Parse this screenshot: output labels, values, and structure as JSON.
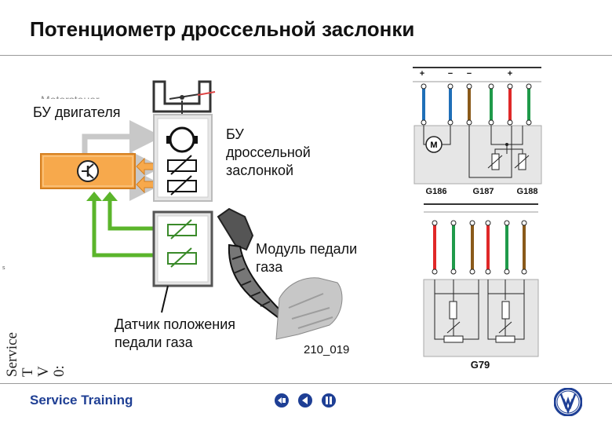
{
  "page": {
    "title": "Потенциометр дроссельной заслонки",
    "footer_label": "Service Training",
    "side_text": "Service\nT\nV\n0:",
    "side_small": "s"
  },
  "labels": {
    "engine_ecu": "БУ двигателя",
    "engine_ecu_bg": "Motorsteuer",
    "throttle_unit_1": "БУ",
    "throttle_unit_2": "дроссельной",
    "throttle_unit_3": "заслонкой",
    "pedal_module_1": "Модуль педали",
    "pedal_module_2": "газа",
    "pedal_sensor_1": "Датчик положения",
    "pedal_sensor_2": "педали газа",
    "figure_code": "210_019"
  },
  "schematic_top": {
    "pins": [
      "+",
      "−",
      "−",
      "+"
    ],
    "wire_colors": [
      "#1f6fb8",
      "#1f6fb8",
      "#8a5a1a",
      "#1f9a4a",
      "#e02828",
      "#1f9a4a"
    ],
    "motor": "M",
    "components": [
      "G186",
      "G187",
      "G188"
    ]
  },
  "schematic_bottom": {
    "wire_colors": [
      "#e02828",
      "#1f9a4a",
      "#8a5a1a",
      "#e02828",
      "#1f9a4a",
      "#8a5a1a"
    ],
    "component": "G79"
  },
  "colors": {
    "brand": "#1f3f94",
    "ecu_orange": "#f7a94c",
    "feedback_green": "#5bb52b",
    "arrow_gray": "#c8c8c8"
  },
  "icons": [
    "transistor-icon",
    "motor-icon",
    "potentiometer-icon",
    "nav-back-icon",
    "nav-prev-icon",
    "nav-pause-icon",
    "vw-logo-icon"
  ]
}
